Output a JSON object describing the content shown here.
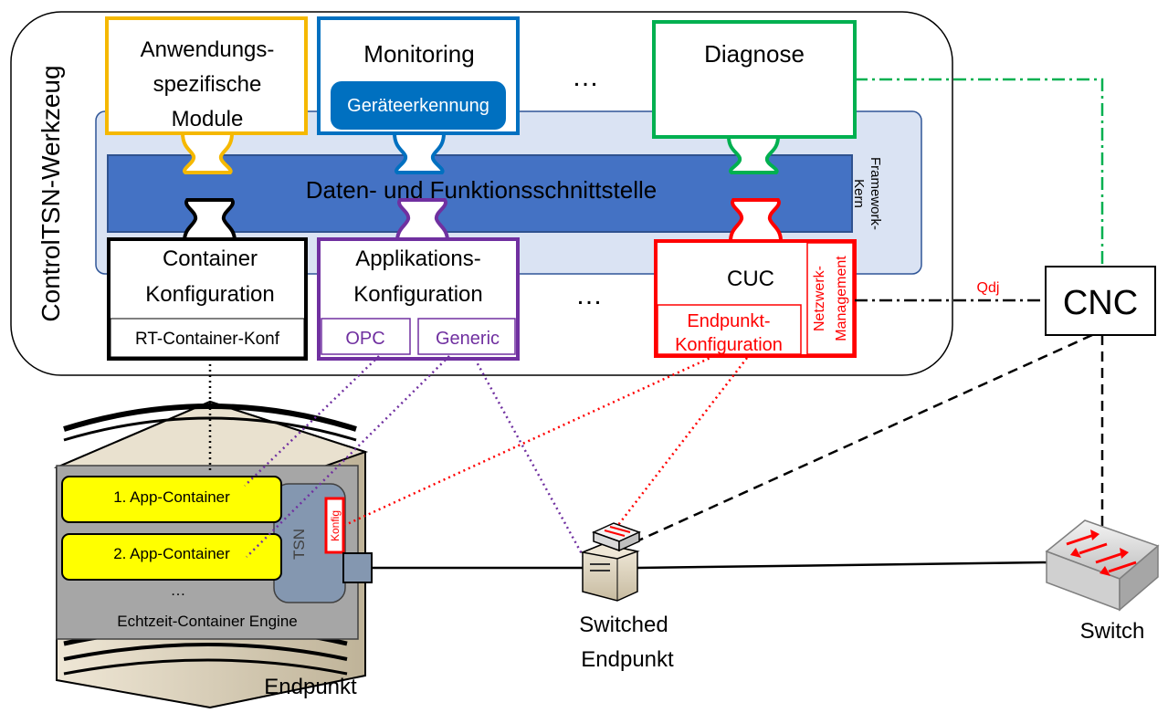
{
  "tool": {
    "title": "ControlTSN-Werkzeug",
    "framework_label_line1": "Framework-",
    "framework_label_line2": "Kern",
    "interface_label": "Daten- und Funktionsschnittstelle",
    "ellipsis_top": "…",
    "ellipsis_bottom": "…"
  },
  "modules": {
    "app_specific": {
      "line1": "Anwendungs-",
      "line2": "spezifische",
      "line3": "Module",
      "color": "#F5B800"
    },
    "monitoring": {
      "title": "Monitoring",
      "sub": "Geräteerkennung",
      "color": "#0070C0"
    },
    "diagnose": {
      "title": "Diagnose",
      "color": "#00B050"
    },
    "container": {
      "line1": "Container",
      "line2": "Konfiguration",
      "sub": "RT-Container-Konf",
      "color": "#000000"
    },
    "application": {
      "line1": "Applikations-",
      "line2": "Konfiguration",
      "sub1": "OPC",
      "sub2": "Generic",
      "color": "#7030A0"
    },
    "cuc": {
      "title": "CUC",
      "sub_line1": "Endpunkt-",
      "sub_line2": "Konfiguration",
      "side_line1": "Netzwerk-",
      "side_line2": "Management",
      "color": "#FF0000"
    }
  },
  "network": {
    "cnc": "CNC",
    "qdj": "Qdj",
    "switched_line1": "Switched",
    "switched_line2": "Endpunkt",
    "switch": "Switch"
  },
  "endpoint": {
    "label": "Endpunkt",
    "container1": "1. App-Container",
    "container2": "2. App-Container",
    "ellipsis": "…",
    "tsn": "TSN",
    "konfig": "Konfig",
    "engine": "Echtzeit-Container Engine"
  },
  "colors": {
    "framework_fill": "#DAE3F3",
    "framework_border": "#2F5597",
    "interface_fill": "#4472C4",
    "interface_border": "#2F528F",
    "monitoring_pill": "#0070C0",
    "app_container_fill": "#FFFF00",
    "tsn_fill": "#8497B0",
    "engine_fill": "#A6A6A6"
  }
}
